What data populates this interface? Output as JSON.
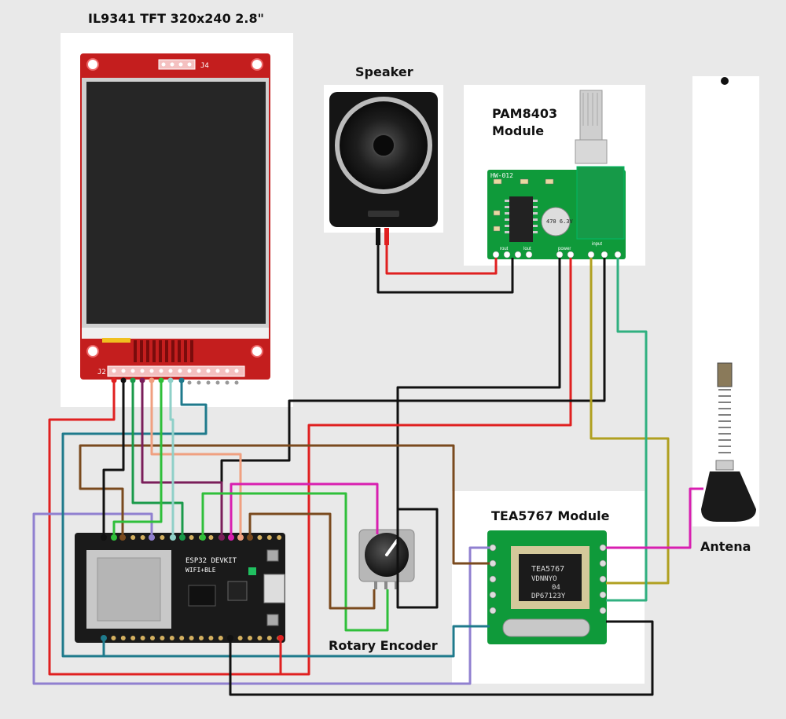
{
  "labels": {
    "tft": "IL9341 TFT 320x240 2.8\"",
    "speaker": "Speaker",
    "pam_line1": "PAM8403",
    "pam_line2": "Module",
    "antenna": "Antena",
    "tea": "TEA5767 Module",
    "encoder": "Rotary Encoder"
  },
  "silkscreen": {
    "tft_header_top": "J4",
    "tft_header_bottom": "J2",
    "pam_board": "HW-012",
    "pam_cap": "470 6.3V",
    "pam_rout": "rout",
    "pam_lout": "lout",
    "pam_power": "power",
    "pam_input": "input",
    "esp_title": "ESP32 DEVKIT",
    "esp_sub": "WIFI+BLE",
    "tea_l1": "TEA5767",
    "tea_l2": "VDNNYO",
    "tea_l3": "04",
    "tea_l4": "DP67123Y"
  },
  "colors": {
    "red": "#e02020",
    "black": "#111111",
    "brown": "#7a4a1e",
    "teal": "#1f7a8c",
    "green": "#2fbf3a",
    "darkgreen": "#1a9a4a",
    "lightblue": "#8fd0c8",
    "salmon": "#f0a080",
    "magenta": "#d81fb0",
    "purple": "#9080d0",
    "olive": "#b0a020",
    "seagreen": "#30b080",
    "pcb_red": "#c41e1e",
    "pcb_green": "#0f9a3a",
    "esp_black": "#1a1a1a"
  }
}
